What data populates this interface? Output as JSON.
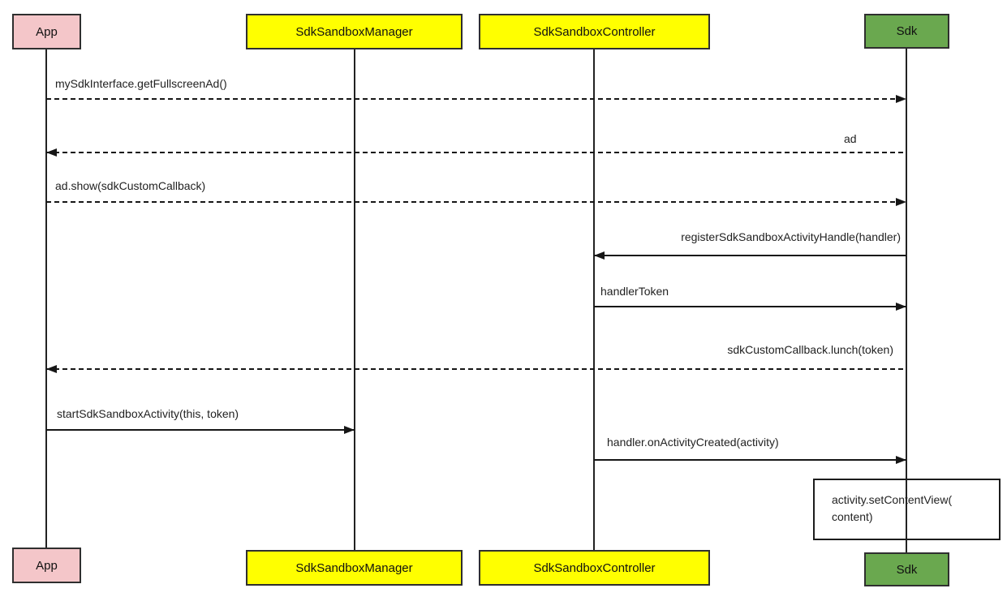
{
  "diagram": {
    "type": "uml-sequence-diagram",
    "participants": [
      {
        "label": "App",
        "fill": "#f4c6c9"
      },
      {
        "label": "SdkSandboxManager",
        "fill": "#ffff00"
      },
      {
        "label": "SdkSandboxController",
        "fill": "#ffff00"
      },
      {
        "label": "Sdk",
        "fill": "#6aa84f"
      }
    ],
    "messages": [
      {
        "label": "mySdkInterface.getFullscreenAd()",
        "from": "App",
        "to": "Sdk",
        "line": "dashed",
        "direction": "right"
      },
      {
        "label": "ad",
        "from": "Sdk",
        "to": "App",
        "line": "dashed",
        "direction": "left"
      },
      {
        "label": "ad.show(sdkCustomCallback)",
        "from": "App",
        "to": "Sdk",
        "line": "dashed",
        "direction": "right"
      },
      {
        "label": "registerSdkSandboxActivityHandle(handler)",
        "from": "Sdk",
        "to": "SdkSandboxController",
        "line": "solid",
        "direction": "left"
      },
      {
        "label": "handlerToken",
        "from": "SdkSandboxController",
        "to": "Sdk",
        "line": "solid",
        "direction": "right"
      },
      {
        "label": "sdkCustomCallback.lunch(token)",
        "from": "Sdk",
        "to": "App",
        "line": "dashed",
        "direction": "left"
      },
      {
        "label": "startSdkSandboxActivity(this, token)",
        "from": "App",
        "to": "SdkSandboxManager",
        "line": "solid",
        "direction": "right"
      },
      {
        "label": "handler.onActivityCreated(activity)",
        "from": "SdkSandboxController",
        "to": "Sdk",
        "line": "solid",
        "direction": "right"
      }
    ],
    "note": {
      "line1": "activity.setContentView(",
      "line2": "content)"
    },
    "colors": {
      "app_fill": "#f4c6c9",
      "manager_fill": "#ffff00",
      "controller_fill": "#ffff00",
      "sdk_fill": "#6aa84f",
      "box_border": "#2f2f2f",
      "line": "#161616",
      "background": "#ffffff"
    }
  }
}
